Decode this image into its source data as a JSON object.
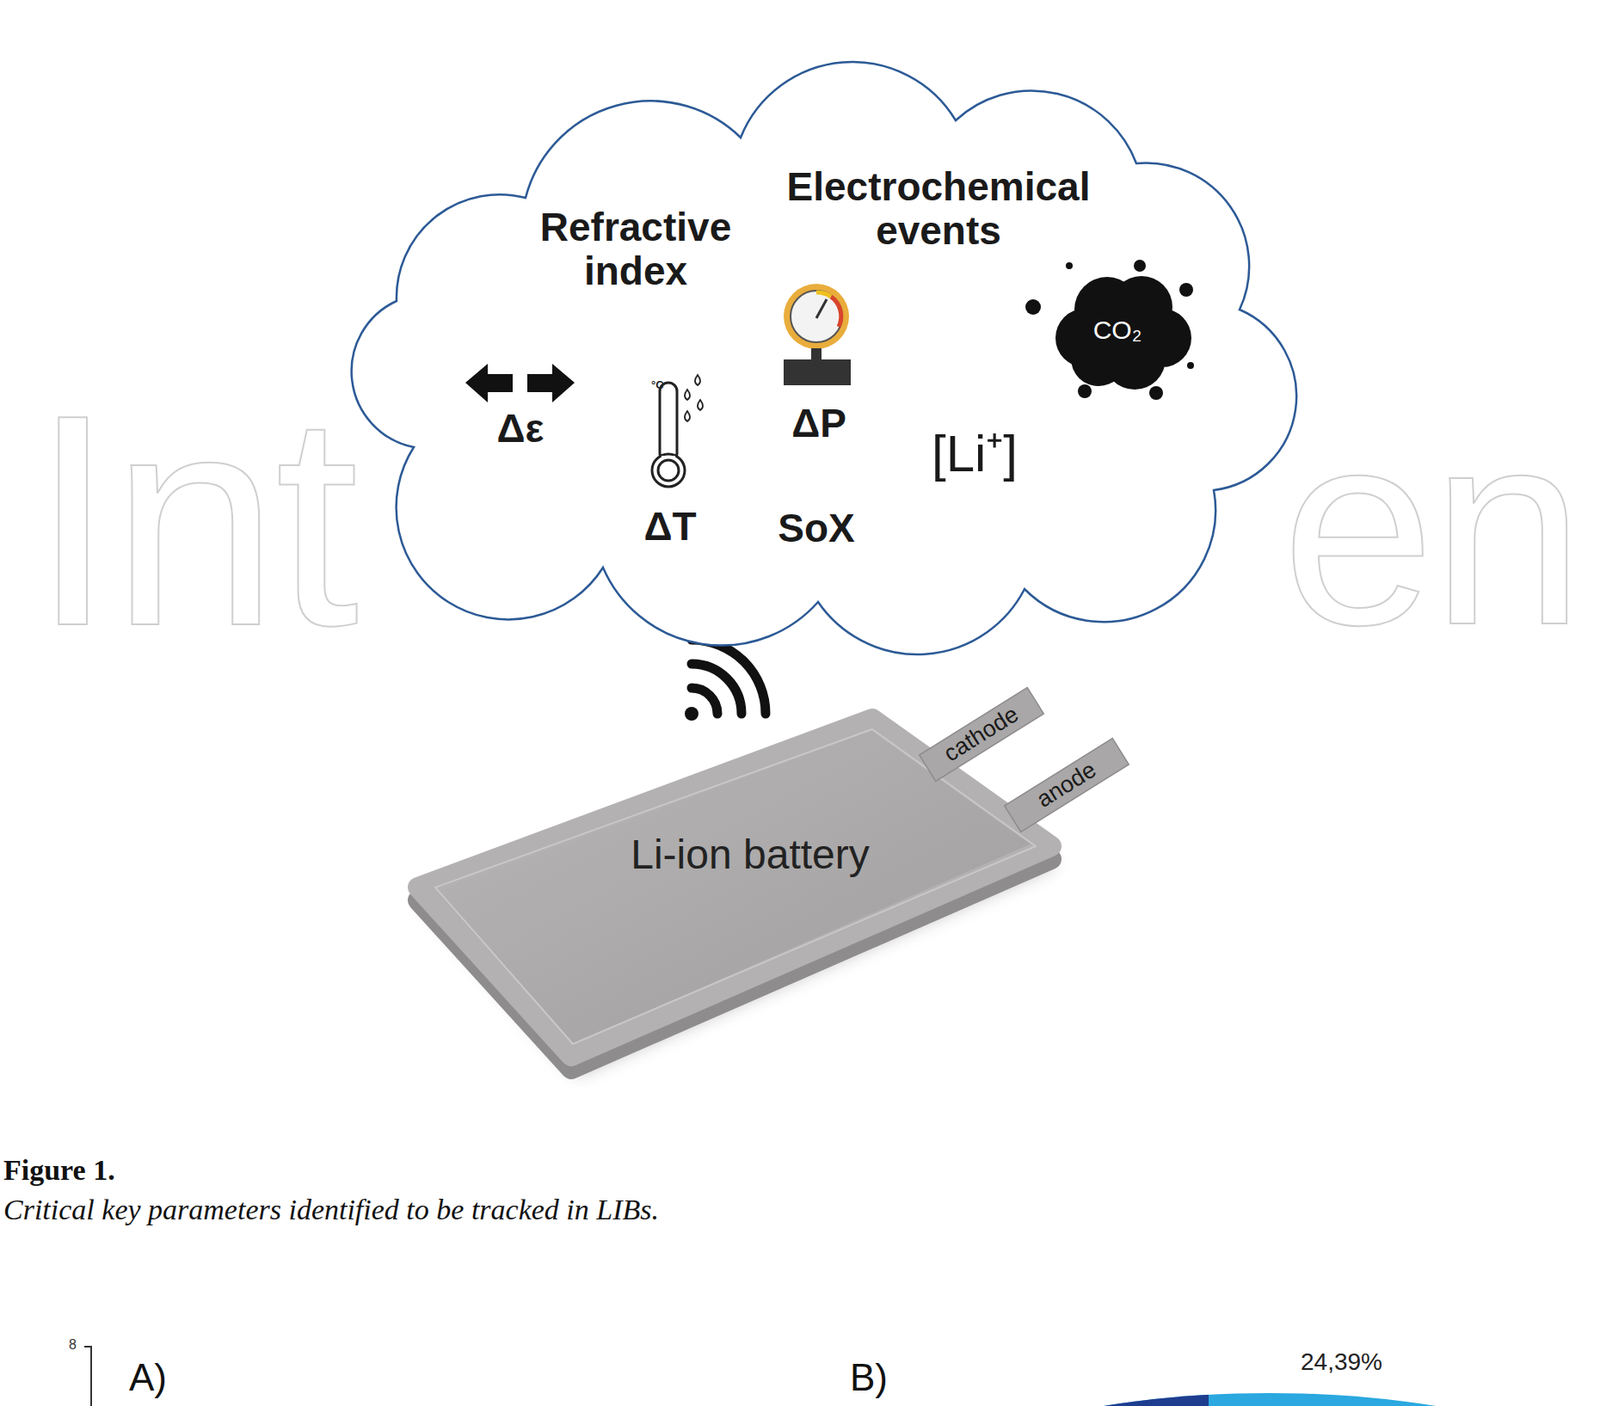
{
  "diagram": {
    "caption": "Critical key parameters identified to be tracked in LIBs.",
    "nodes": [
      {
        "text": [
          "Refractive index",
          "Electrochemical events",
          "Δε",
          "ΔT",
          "ΔP",
          "SoX",
          "[Li⁺]"
        ]
      },
      {
        "text": [
          "CO₂"
        ],
        "in": 0
      },
      {
        "text": [
          "Li-ion battery"
        ]
      },
      {
        "text": [
          "cathode"
        ]
      },
      {
        "text": [
          "anode"
        ]
      }
    ],
    "labels": [
      "Int",
      "en",
      "°C",
      "Figure 1.",
      "A)",
      "B)",
      "24,39%",
      "8"
    ]
  }
}
